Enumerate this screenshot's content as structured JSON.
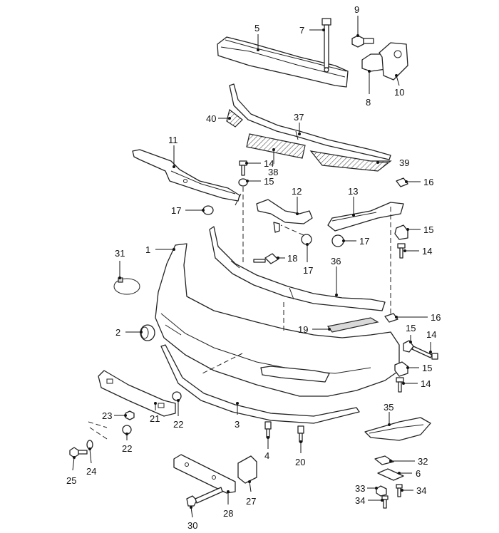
{
  "callouts": [
    {
      "id": "c1",
      "label": "1"
    },
    {
      "id": "c2",
      "label": "2"
    },
    {
      "id": "c3",
      "label": "3"
    },
    {
      "id": "c4",
      "label": "4"
    },
    {
      "id": "c5",
      "label": "5"
    },
    {
      "id": "c6",
      "label": "6"
    },
    {
      "id": "c7",
      "label": "7"
    },
    {
      "id": "c8",
      "label": "8"
    },
    {
      "id": "c9",
      "label": "9"
    },
    {
      "id": "c10",
      "label": "10"
    },
    {
      "id": "c11",
      "label": "11"
    },
    {
      "id": "c12",
      "label": "12"
    },
    {
      "id": "c13",
      "label": "13"
    },
    {
      "id": "c14a",
      "label": "14"
    },
    {
      "id": "c14b",
      "label": "14"
    },
    {
      "id": "c14c",
      "label": "14"
    },
    {
      "id": "c14d",
      "label": "14"
    },
    {
      "id": "c15a",
      "label": "15"
    },
    {
      "id": "c15b",
      "label": "15"
    },
    {
      "id": "c15c",
      "label": "15"
    },
    {
      "id": "c15d",
      "label": "15"
    },
    {
      "id": "c16a",
      "label": "16"
    },
    {
      "id": "c16b",
      "label": "16"
    },
    {
      "id": "c17a",
      "label": "17"
    },
    {
      "id": "c17b",
      "label": "17"
    },
    {
      "id": "c17c",
      "label": "17"
    },
    {
      "id": "c18",
      "label": "18"
    },
    {
      "id": "c19",
      "label": "19"
    },
    {
      "id": "c20",
      "label": "20"
    },
    {
      "id": "c21",
      "label": "21"
    },
    {
      "id": "c22a",
      "label": "22"
    },
    {
      "id": "c22b",
      "label": "22"
    },
    {
      "id": "c23",
      "label": "23"
    },
    {
      "id": "c24",
      "label": "24"
    },
    {
      "id": "c25",
      "label": "25"
    },
    {
      "id": "c27",
      "label": "27"
    },
    {
      "id": "c28",
      "label": "28"
    },
    {
      "id": "c30",
      "label": "30"
    },
    {
      "id": "c31",
      "label": "31"
    },
    {
      "id": "c32",
      "label": "32"
    },
    {
      "id": "c33",
      "label": "33"
    },
    {
      "id": "c34a",
      "label": "34"
    },
    {
      "id": "c34b",
      "label": "34"
    },
    {
      "id": "c35",
      "label": "35"
    },
    {
      "id": "c36",
      "label": "36"
    },
    {
      "id": "c37",
      "label": "37"
    },
    {
      "id": "c38",
      "label": "38"
    },
    {
      "id": "c39",
      "label": "39"
    },
    {
      "id": "c40",
      "label": "40"
    }
  ]
}
